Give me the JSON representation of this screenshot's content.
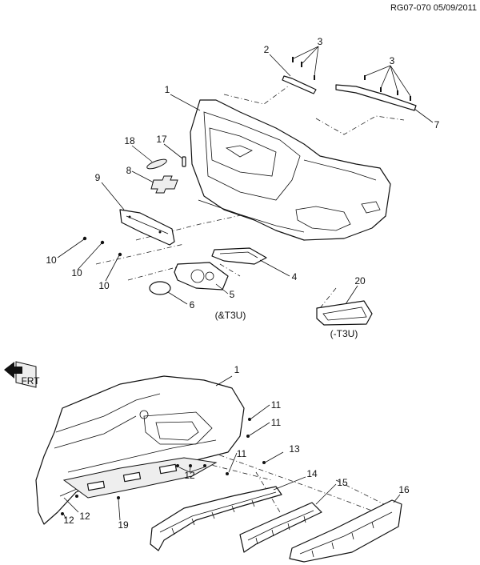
{
  "header": {
    "reference": "RG07-070 05/09/2011"
  },
  "callouts": {
    "upper_1": "1",
    "upper_2": "2",
    "upper_3a": "3",
    "upper_3b": "3",
    "upper_4": "4",
    "upper_5": "5",
    "upper_6": "6",
    "upper_7": "7",
    "upper_8": "8",
    "upper_9": "9",
    "upper_10a": "10",
    "upper_10b": "10",
    "upper_10c": "10",
    "upper_17": "17",
    "upper_18": "18",
    "upper_20": "20",
    "lower_1": "1",
    "lower_11a": "11",
    "lower_11b": "11",
    "lower_11c": "11",
    "lower_12a": "12",
    "lower_12b": "12",
    "lower_12c": "12",
    "lower_13": "13",
    "lower_14": "14",
    "lower_15": "15",
    "lower_16": "16",
    "lower_19": "19"
  },
  "notes": {
    "with_t3u": "(&T3U)",
    "without_t3u": "(-T3U)"
  },
  "front_arrow": {
    "label": "FRT"
  }
}
